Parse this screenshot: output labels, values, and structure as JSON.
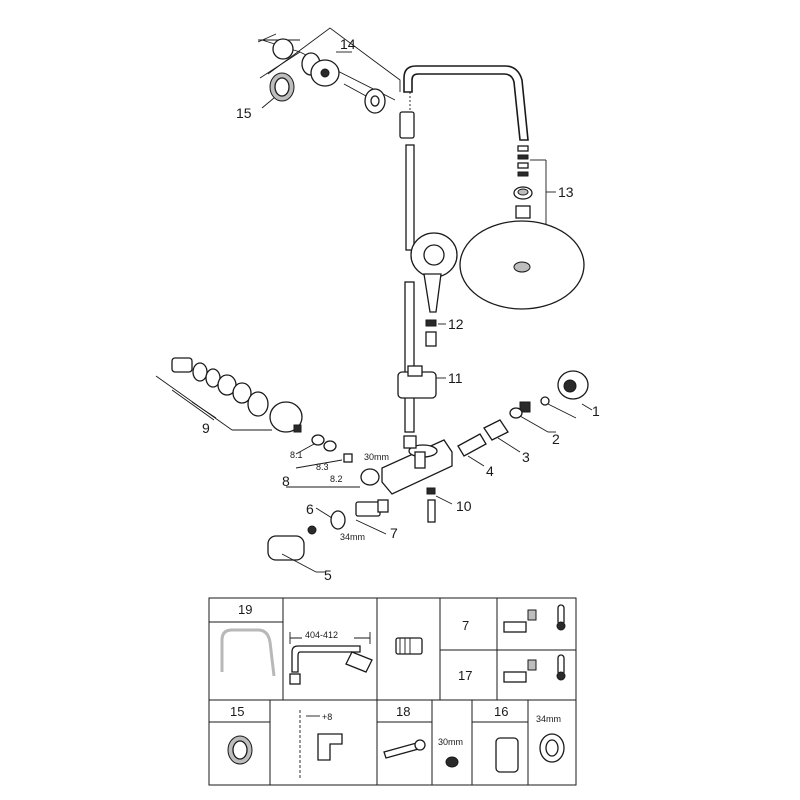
{
  "callouts": {
    "c1": "1",
    "c2": "2",
    "c3": "3",
    "c4": "4",
    "c5": "5",
    "c6": "6",
    "c7": "7",
    "c8": "8",
    "c8_1": "8.1",
    "c8_2": "8.2",
    "c8_3": "8.3",
    "c9": "9",
    "c10": "10",
    "c11": "11",
    "c12": "12",
    "c13": "13",
    "c14": "14",
    "c15": "15"
  },
  "dimensions": {
    "nut_30": "30mm",
    "nut_34": "34mm"
  },
  "accessory_table": {
    "row1": {
      "part_19": "19",
      "arm_reach": "404-412",
      "part_7": "7",
      "part_17": "17"
    },
    "row2": {
      "part_15": "15",
      "offset": "+8",
      "part_18": "18",
      "wrench_size": "30mm",
      "part_16": "16",
      "ring_size": "34mm"
    }
  },
  "icons": [
    "shower-arm-icon",
    "head-shower-icon",
    "hand-shower-icon",
    "thermostat-mixer-icon",
    "wrench-icon",
    "temperature-icon",
    "wall-bracket-icon"
  ]
}
